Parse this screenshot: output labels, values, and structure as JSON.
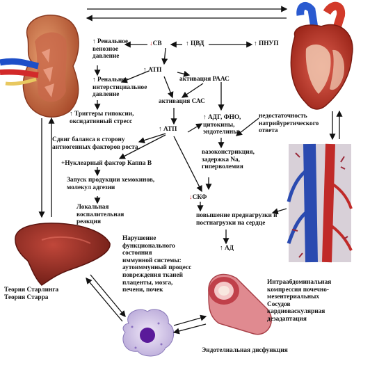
{
  "labels": {
    "renal_venous": "↑ Ренальное\nвенозное\nдавление",
    "co_arrow": "↓",
    "co": "СВ",
    "cvp": "↑ ЦВД",
    "pnup": "↑ ПНУП",
    "atp1": "↑ АТП",
    "raas": "активация РААС",
    "renal_interstitial": "↑ Ренальное\nинтерстициальное\nдавление",
    "sas": "активация САС",
    "hypoxia": "↑ Триггеры гипоксии,\nоксидативный стресс",
    "atp2": "↑ АТП",
    "adh": "↑ АДГ, ФНО,\nцитокины,\nэндотелины",
    "natriuretic": "недостаточность\nнатрийуретического\nответа",
    "balance_shift": "Сдвиг баланса в сторону\nантиогенных факторов роста",
    "nfkb": "+Нуклеарный фактор Каппа В",
    "vasoconstriction": "вазоконстрикция,\nзадержка Na,\nгиперволемия",
    "chemokines": "Запуск продукции хемокинов,\nмолекул адгезии",
    "gfr_arrow": "↓",
    "gfr": "СКФ",
    "local_inflammation": "Локальная\nвоспалительная\nреакция",
    "preload": "повышение преднагрузки и\nпостнагрузки на сердце",
    "bp": "↑ АД",
    "immune": "Нарушение\nфункционального\nсостояния\nиммунной системы:\nаутоиммунный процесс\nповреждения тканей\nплаценты, мозга,\nпечени, почек",
    "starling": "Теория Старлинга\nТеория Старра",
    "abdominal": "Интраабдоминальная\nкомпрессия почечно-\nмезентериальных\nСосудов\nкардиоваскулярная\nдезадаптация",
    "endothelial": "Эндотелиальная дисфункция"
  },
  "images": {
    "kidney": "kidney-illustration",
    "heart": "heart-illustration",
    "vessels": "blood-vessels-illustration",
    "liver": "liver-illustration",
    "artery": "artery-cross-section-illustration",
    "immune_cell": "immune-cell-illustration"
  },
  "colors": {
    "red": "#d42020",
    "arrow": "#111111"
  }
}
